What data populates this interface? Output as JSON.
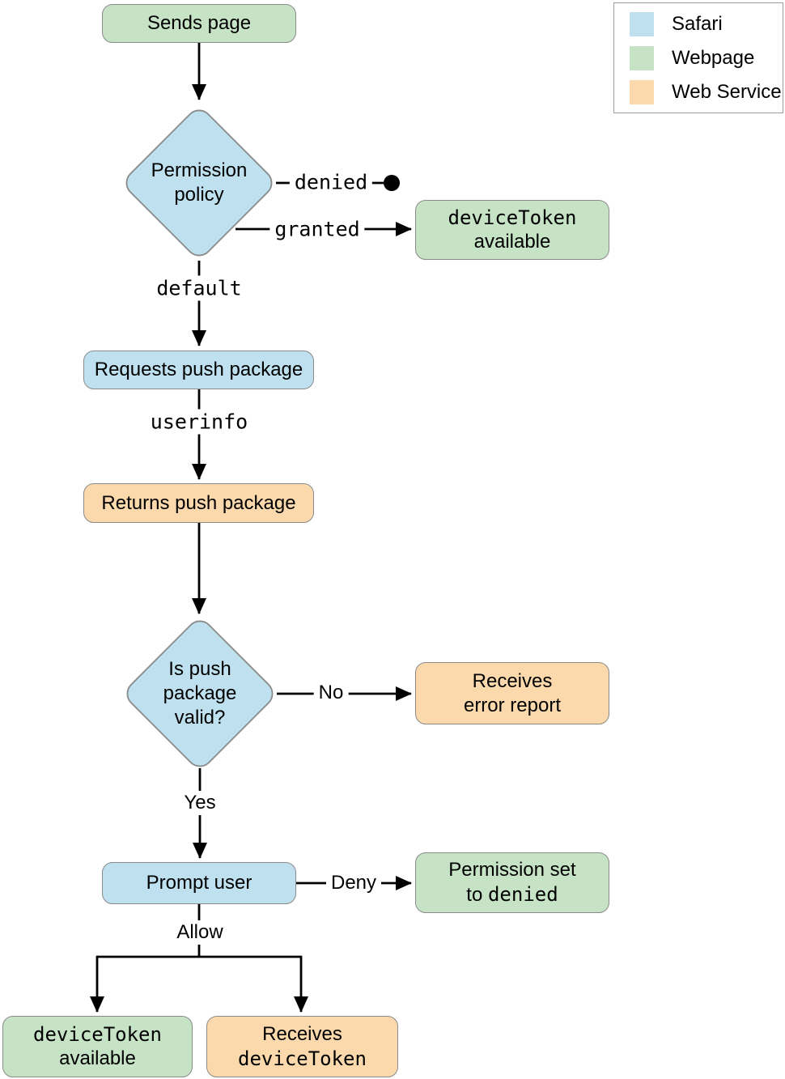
{
  "legend": {
    "items": [
      {
        "label": "Safari",
        "color": "#bfe0ee"
      },
      {
        "label": "Webpage",
        "color": "#c6e3c6"
      },
      {
        "label": "Web Service",
        "color": "#fbd9ac"
      }
    ]
  },
  "colors": {
    "safari_blue": "#bfe0ee",
    "webpage_green": "#c6e3c6",
    "web_service_orange": "#fbd9ac",
    "node_border": "#8a8a8a",
    "line": "#000000"
  },
  "nodes": {
    "sends_page": {
      "label": "Sends page"
    },
    "permission_policy": {
      "line1": "Permission",
      "line2": "policy"
    },
    "device_token_available_top": {
      "line1_code": "deviceToken",
      "line2": "available"
    },
    "requests_push_package": {
      "label": "Requests push package"
    },
    "returns_push_package": {
      "label": "Returns push package"
    },
    "is_push_package_valid": {
      "line1": "Is push",
      "line2": "package",
      "line3": "valid?"
    },
    "receives_error_report": {
      "line1": "Receives",
      "line2": "error report"
    },
    "prompt_user": {
      "label": "Prompt user"
    },
    "permission_set_denied": {
      "line1": "Permission set",
      "line2_prefix": "to ",
      "line2_code": "denied"
    },
    "device_token_available_bottom": {
      "line1_code": "deviceToken",
      "line2": "available"
    },
    "receives_device_token": {
      "line1": "Receives",
      "line2_code": "deviceToken"
    }
  },
  "edge_labels": {
    "denied": "denied",
    "granted": "granted",
    "default": "default",
    "userinfo": "userinfo",
    "no": "No",
    "yes": "Yes",
    "deny": "Deny",
    "allow": "Allow"
  }
}
